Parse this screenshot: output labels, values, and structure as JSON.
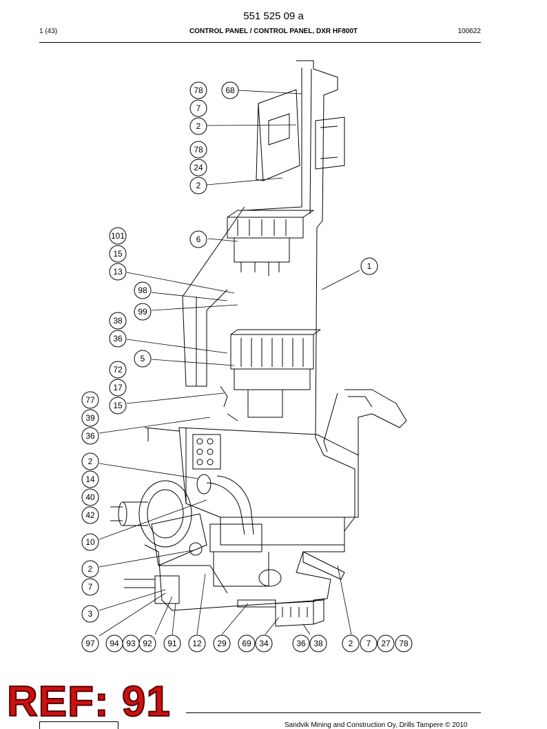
{
  "header": {
    "doc_number": "551 525 09 a",
    "page": "1 (43)",
    "title": "CONTROL PANEL / CONTROL PANEL, DXR HF800T",
    "date_code": "100622"
  },
  "footer": {
    "copyright": "Sandvik Mining and Construction Oy, Drills Tampere © 2010"
  },
  "watermark": {
    "ref_label": "REF: 91"
  },
  "callouts": [
    {
      "id": "c-78a",
      "label": "78"
    },
    {
      "id": "c-68",
      "label": "68"
    },
    {
      "id": "c-7a",
      "label": "7"
    },
    {
      "id": "c-2a",
      "label": "2"
    },
    {
      "id": "c-78b",
      "label": "78"
    },
    {
      "id": "c-24",
      "label": "24"
    },
    {
      "id": "c-2b",
      "label": "2"
    },
    {
      "id": "c-101",
      "label": "101"
    },
    {
      "id": "c-6",
      "label": "6"
    },
    {
      "id": "c-15a",
      "label": "15"
    },
    {
      "id": "c-1",
      "label": "1"
    },
    {
      "id": "c-13",
      "label": "13"
    },
    {
      "id": "c-98",
      "label": "98"
    },
    {
      "id": "c-99",
      "label": "99"
    },
    {
      "id": "c-38a",
      "label": "38"
    },
    {
      "id": "c-36a",
      "label": "36"
    },
    {
      "id": "c-5",
      "label": "5"
    },
    {
      "id": "c-72",
      "label": "72"
    },
    {
      "id": "c-17",
      "label": "17"
    },
    {
      "id": "c-77",
      "label": "77"
    },
    {
      "id": "c-15b",
      "label": "15"
    },
    {
      "id": "c-39",
      "label": "39"
    },
    {
      "id": "c-36b",
      "label": "36"
    },
    {
      "id": "c-2c",
      "label": "2"
    },
    {
      "id": "c-14",
      "label": "14"
    },
    {
      "id": "c-40",
      "label": "40"
    },
    {
      "id": "c-42",
      "label": "42"
    },
    {
      "id": "c-10",
      "label": "10"
    },
    {
      "id": "c-2d",
      "label": "2"
    },
    {
      "id": "c-7b",
      "label": "7"
    },
    {
      "id": "c-3",
      "label": "3"
    },
    {
      "id": "c-97",
      "label": "97"
    },
    {
      "id": "c-94",
      "label": "94"
    },
    {
      "id": "c-93",
      "label": "93"
    },
    {
      "id": "c-92",
      "label": "92"
    },
    {
      "id": "c-91",
      "label": "91"
    },
    {
      "id": "c-12",
      "label": "12"
    },
    {
      "id": "c-29",
      "label": "29"
    },
    {
      "id": "c-69",
      "label": "69"
    },
    {
      "id": "c-34",
      "label": "34"
    },
    {
      "id": "c-36c",
      "label": "36"
    },
    {
      "id": "c-38b",
      "label": "38"
    },
    {
      "id": "c-2e",
      "label": "2"
    },
    {
      "id": "c-7c",
      "label": "7"
    },
    {
      "id": "c-27",
      "label": "27"
    },
    {
      "id": "c-78c",
      "label": "78"
    }
  ]
}
